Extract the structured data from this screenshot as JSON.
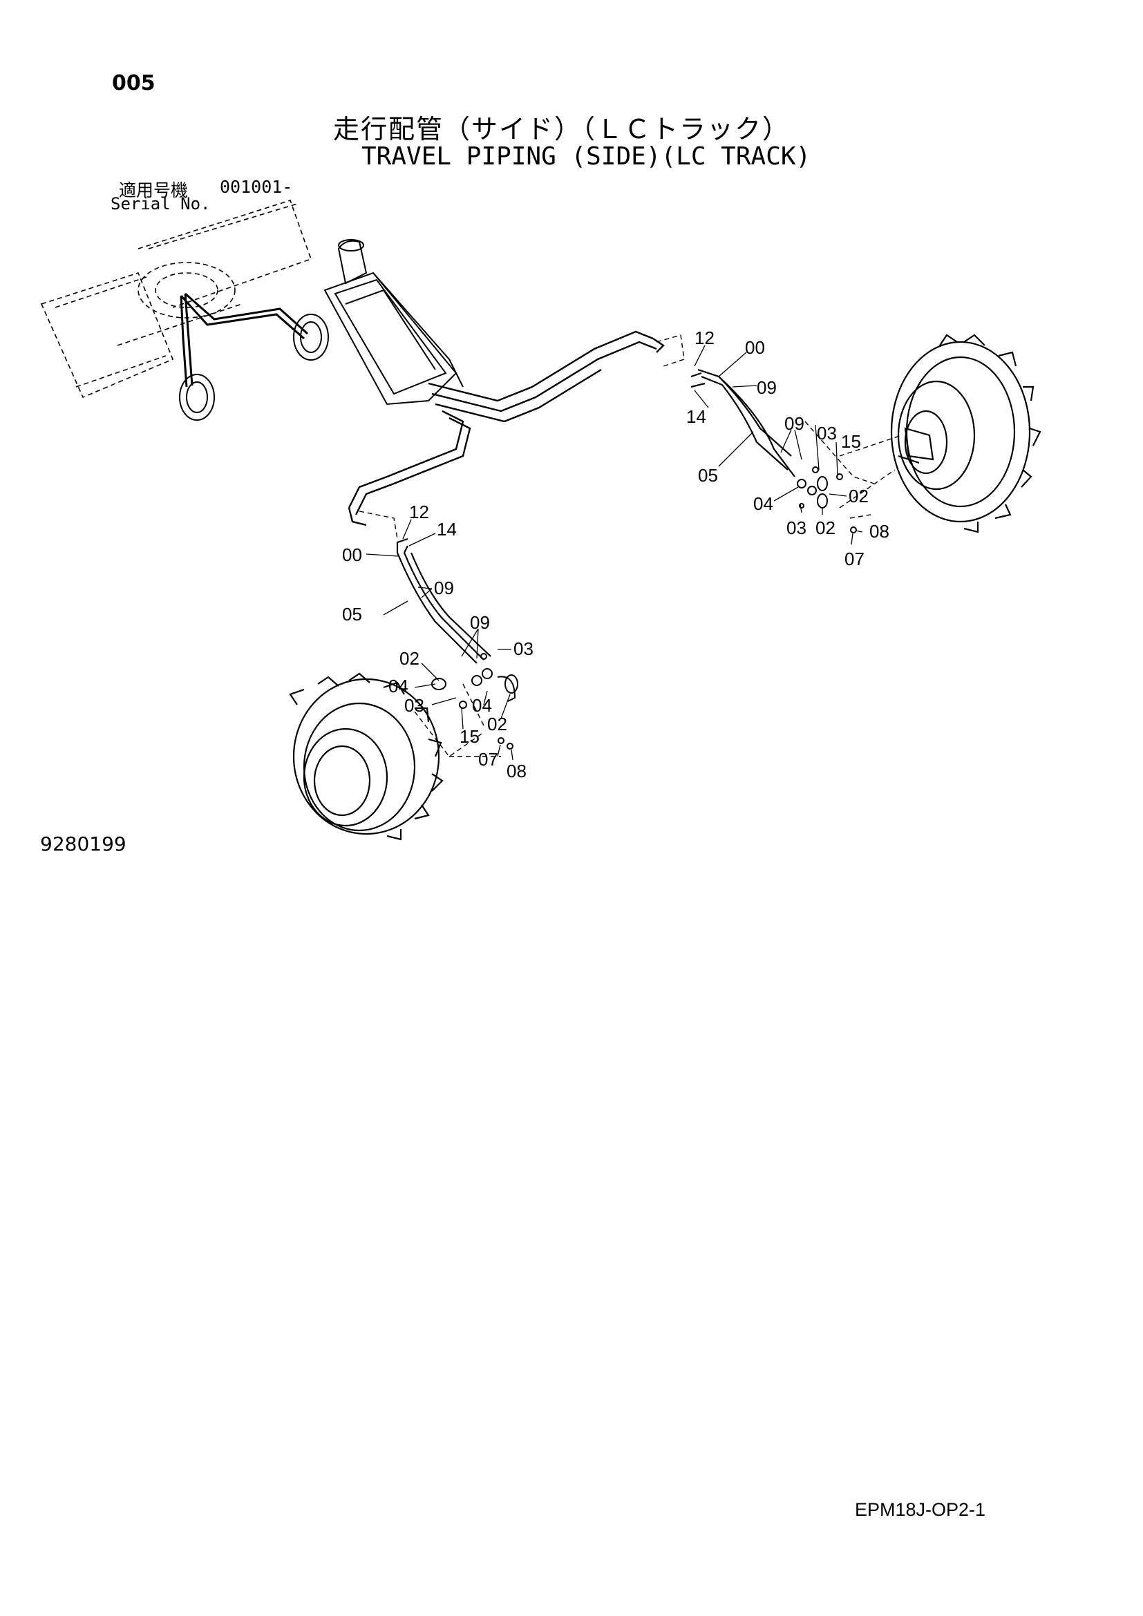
{
  "header": {
    "page_number": "005",
    "title_jp": "走行配管（サイド）（ＬＣトラック）",
    "title_en": "TRAVEL PIPING (SIDE)(LC TRACK)",
    "serial_label_jp": "適用号機",
    "serial_value": "001001-",
    "serial_label_en": "Serial No."
  },
  "footer": {
    "drawing_number": "9280199",
    "doc_code": "EPM18J-OP2-1"
  },
  "callouts": {
    "upper_right": [
      "12",
      "00",
      "09",
      "14",
      "09",
      "03",
      "15",
      "05",
      "04",
      "02",
      "03",
      "02",
      "08",
      "07"
    ],
    "lower_left": [
      "12",
      "14",
      "00",
      "09",
      "05",
      "09",
      "03",
      "02",
      "04",
      "03",
      "04",
      "02",
      "15",
      "07",
      "08"
    ]
  }
}
